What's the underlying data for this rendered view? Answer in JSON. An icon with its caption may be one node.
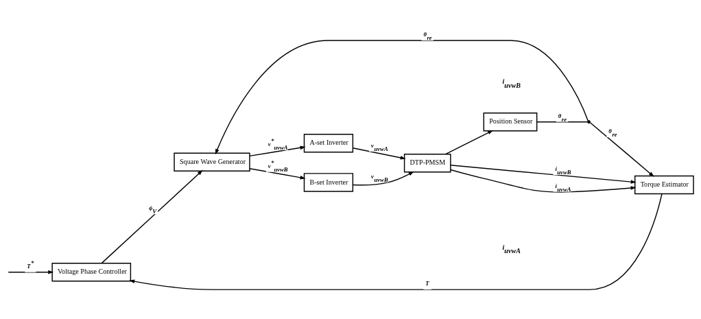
{
  "diagram": {
    "nodes": [
      {
        "text": [
          "Voltage Phase Controller"
        ]
      },
      {
        "text": [
          "Square Wave Generator"
        ]
      },
      {
        "text": [
          "A-set Inverter"
        ]
      },
      {
        "text": [
          "B-set Inverter"
        ]
      },
      {
        "text": [
          "DTP-PMSM"
        ]
      },
      {
        "text": [
          "Position Sensor"
        ]
      },
      {
        "text": [
          "Torque Estimator"
        ]
      },
      {
        "text": [],
        "shape": "circle"
      }
    ],
    "edges": [
      {
        "from": null,
        "to": 0,
        "arrow": "to",
        "label": "T$^{*}$"
      },
      {
        "from": 6,
        "to": 0,
        "arrow": "to",
        "label": "T"
      },
      {
        "from": 0,
        "to": 1,
        "arrow": "to",
        "label": "ϕ$_{V}$"
      },
      {
        "from": 1,
        "to": 2,
        "arrow": "to",
        "label": "v$^{*}$$_{uvwA}$"
      },
      {
        "from": 1,
        "to": 3,
        "arrow": "to",
        "label": "v$^{*}$$_{uvwB}$"
      },
      {
        "from": 2,
        "to": 4,
        "arrow": "to",
        "label": "v$_{uvwA}$"
      },
      {
        "from": 3,
        "to": 4,
        "arrow": "to",
        "label": "v$_{uvwB}$"
      },
      {
        "from": 4,
        "to": 5,
        "arrow": "to"
      },
      {
        "from": 5,
        "to": 7,
        "arrow": "none",
        "label": "θ$_{re}$"
      },
      {
        "from": 7,
        "to": 1,
        "arrow": "to",
        "label": "θ$_{re}$"
      },
      {
        "from": 7,
        "to": 6,
        "arrow": "to",
        "label": "θ$_{re}$"
      },
      {
        "from": 4,
        "to": 6,
        "arrow": "to",
        "label": "i$_{uvwB}$"
      },
      {
        "from": 4,
        "to": 6,
        "arrow": "to",
        "label": "i$_{uvwA}$"
      }
    ],
    "labels": [
      "i$_{uvwA}$",
      "i$_{uvwB}$"
    ]
  }
}
